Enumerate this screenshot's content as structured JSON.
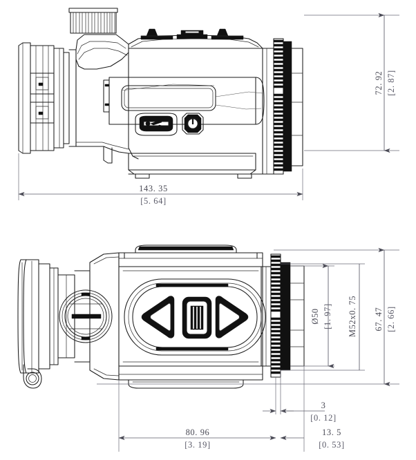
{
  "document": {
    "type": "engineering-dimension-drawing",
    "subject": "thermal monocular / clip-on scope",
    "background_color": "#ffffff",
    "line_color": "#1a1a1a",
    "dimension_color": "#4a4a55",
    "views": [
      "side-view-top",
      "bottom-view"
    ]
  },
  "dimensions": {
    "overall_height": {
      "metric": "72. 92",
      "imperial": "[2. 87]",
      "unit": "mm",
      "view": "side-view-top",
      "orientation": "vertical"
    },
    "overall_length": {
      "metric": "143. 35",
      "imperial": "[5. 64]",
      "unit": "mm",
      "view": "side-view-top",
      "orientation": "horizontal"
    },
    "objective_diameter": {
      "metric": "Ø50",
      "imperial": "[1. 97]",
      "unit": "mm",
      "view": "bottom-view",
      "orientation": "vertical"
    },
    "thread_spec": {
      "metric": "M52x0. 75",
      "imperial": "",
      "unit": "mm",
      "view": "bottom-view",
      "orientation": "vertical"
    },
    "body_width": {
      "metric": "67. 47",
      "imperial": "[2. 66]",
      "unit": "mm",
      "view": "bottom-view",
      "orientation": "vertical"
    },
    "flange_gap": {
      "metric": "3",
      "imperial": "[0. 12]",
      "unit": "mm",
      "view": "bottom-view",
      "orientation": "horizontal"
    },
    "body_length": {
      "metric": "80. 96",
      "imperial": "[3. 19]",
      "unit": "mm",
      "view": "bottom-view",
      "orientation": "horizontal"
    },
    "thread_length": {
      "metric": "13. 5",
      "imperial": "[0. 53]",
      "unit": "mm",
      "view": "bottom-view",
      "orientation": "horizontal"
    }
  },
  "features": {
    "side_view": {
      "eyepiece": "eyepiece-assembly",
      "focus_knob": "knurled-focus-knob",
      "top_buttons": "three-top-buttons",
      "display_window": "rounded-window-panel",
      "usb_port": "usb-port-icon",
      "power_button": "power-button-icon",
      "lens_ring": "knurled-lens-ring",
      "objective": "objective-lens-barrel"
    },
    "bottom_view": {
      "eyepiece": "eyepiece-ring",
      "lanyard_loop": "lanyard-loop",
      "battery_cap": "battery-compartment-cap",
      "left_button": "left-arrow-button",
      "menu_button": "menu-button",
      "right_button": "right-arrow-button",
      "lens_ring": "knurled-lens-ring",
      "thread_barrel": "threaded-objective-barrel"
    }
  }
}
